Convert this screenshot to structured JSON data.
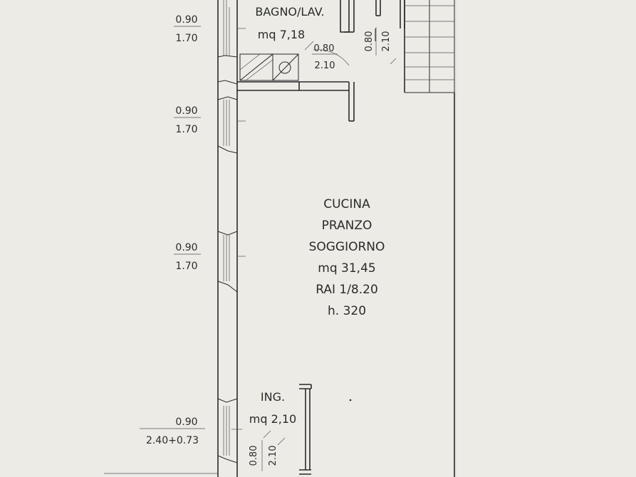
{
  "rooms": {
    "bagno": {
      "name": "BAGNO/LAV.",
      "area": "mq 7,18"
    },
    "cucina": {
      "line1": "CUCINA",
      "line2": "PRANZO",
      "line3": "SOGGIORNO",
      "area": "mq 31,45",
      "rai": "RAI 1/8.20",
      "height": "h. 320"
    },
    "ingresso": {
      "name": "ING.",
      "area": "mq 2,10"
    }
  },
  "windows": [
    {
      "width": "0.90",
      "height": "1.70"
    },
    {
      "width": "0.90",
      "height": "1.70"
    },
    {
      "width": "0.90",
      "height": "1.70"
    },
    {
      "width": "0.90",
      "height": "2.40+0.73"
    }
  ],
  "doors": {
    "bagno_internal": {
      "width": "0.80",
      "height": "2.10"
    },
    "bagno_vertical": {
      "width": "0.80",
      "height": "2.10"
    },
    "ingresso_vertical": {
      "width": "0.80",
      "height": "2.10"
    }
  },
  "colors": {
    "paper": "#ecebe6",
    "ink": "#2a2a2a"
  }
}
